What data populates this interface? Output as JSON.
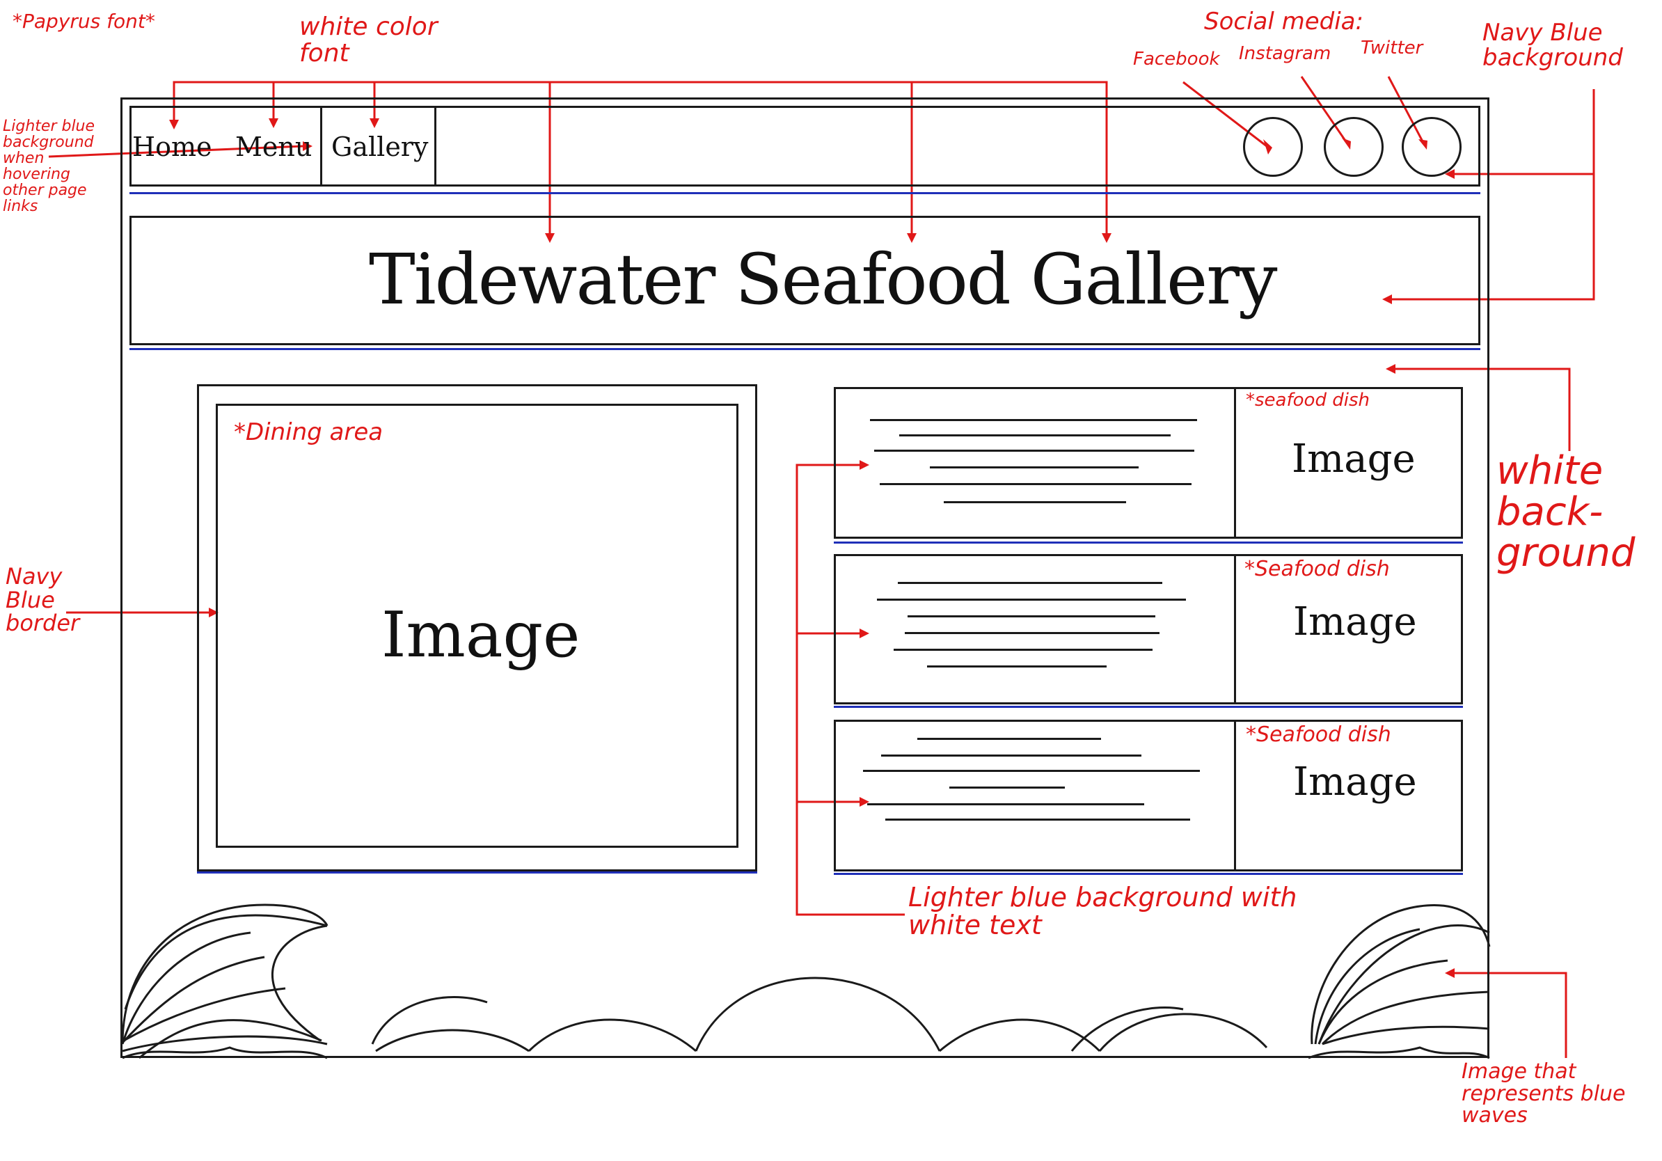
{
  "annotations": {
    "font_note": "*Papyrus font*",
    "white_font": "white color font",
    "social_media": "Social media:",
    "facebook": "Facebook",
    "instagram": "Instagram",
    "twitter": "Twitter",
    "navy_background": "Navy Blue background",
    "hover_note": "Lighter blue background when hovering other page links",
    "white_background": "white back- ground",
    "navy_border": "Navy Blue border",
    "lighter_blue_text": "Lighter blue background with white text",
    "waves_note": "Image that represents blue waves",
    "dining_area": "*Dining area",
    "seafood_dish_1": "*seafood dish",
    "seafood_dish_2": "*Seafood dish",
    "seafood_dish_3": "*Seafood dish"
  },
  "nav": {
    "home": "Home",
    "menu": "Menu",
    "gallery": "Gallery"
  },
  "social": {
    "icons": [
      "facebook-icon",
      "instagram-icon",
      "twitter-icon"
    ]
  },
  "header": {
    "title": "Tidewater Seafood Gallery"
  },
  "gallery": {
    "main_image_label": "Image",
    "dish_image_label": "Image"
  },
  "colors": {
    "annotation_red": "#e01818",
    "navy_line": "#1f2fb8",
    "sketch": "#1a1a1a"
  }
}
